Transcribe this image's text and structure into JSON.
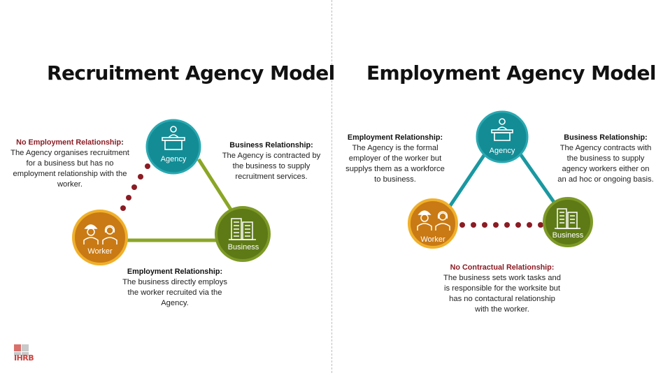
{
  "left": {
    "title": "Recruitment Agency Model",
    "nodes": {
      "agency": "Agency",
      "worker": "Worker",
      "business": "Business"
    },
    "notes": {
      "top_left": {
        "heading": "No Employment Relationship",
        "body": "The Agency organises recruitment for a business but has no employment relationship with the worker."
      },
      "top_right": {
        "heading": "Business Relationship:",
        "body": "The Agency is contracted by the business to supply recruitment services."
      },
      "bottom": {
        "heading": "Employment Relationship:",
        "body": "The business directly employs the worker recruited via the Agency."
      }
    }
  },
  "right": {
    "title": "Employment Agency Model",
    "nodes": {
      "agency": "Agency",
      "worker": "Worker",
      "business": "Business"
    },
    "notes": {
      "top_left": {
        "heading": "Employment Relationship:",
        "body": "The Agency is the formal employer of the worker but supplys them as a workforce to business."
      },
      "top_right": {
        "heading": "Business Relationship:",
        "body": "The Agency contracts with the business to supply agency workers either on an ad hoc or ongoing basis."
      },
      "bottom": {
        "heading": "No Contractual Relationship:",
        "body": "The business sets work tasks and is responsible for the worksite but has no contactural relationship with the worker."
      }
    }
  },
  "logo": {
    "text": "IHRB"
  },
  "colors": {
    "agency": "#138c95",
    "worker": "#e3a21b",
    "business": "#7a9427",
    "line_green": "#8aa626",
    "line_teal": "#1a98a1",
    "dotted_red": "#8b1c24",
    "heading_red": "#8b1c24"
  }
}
